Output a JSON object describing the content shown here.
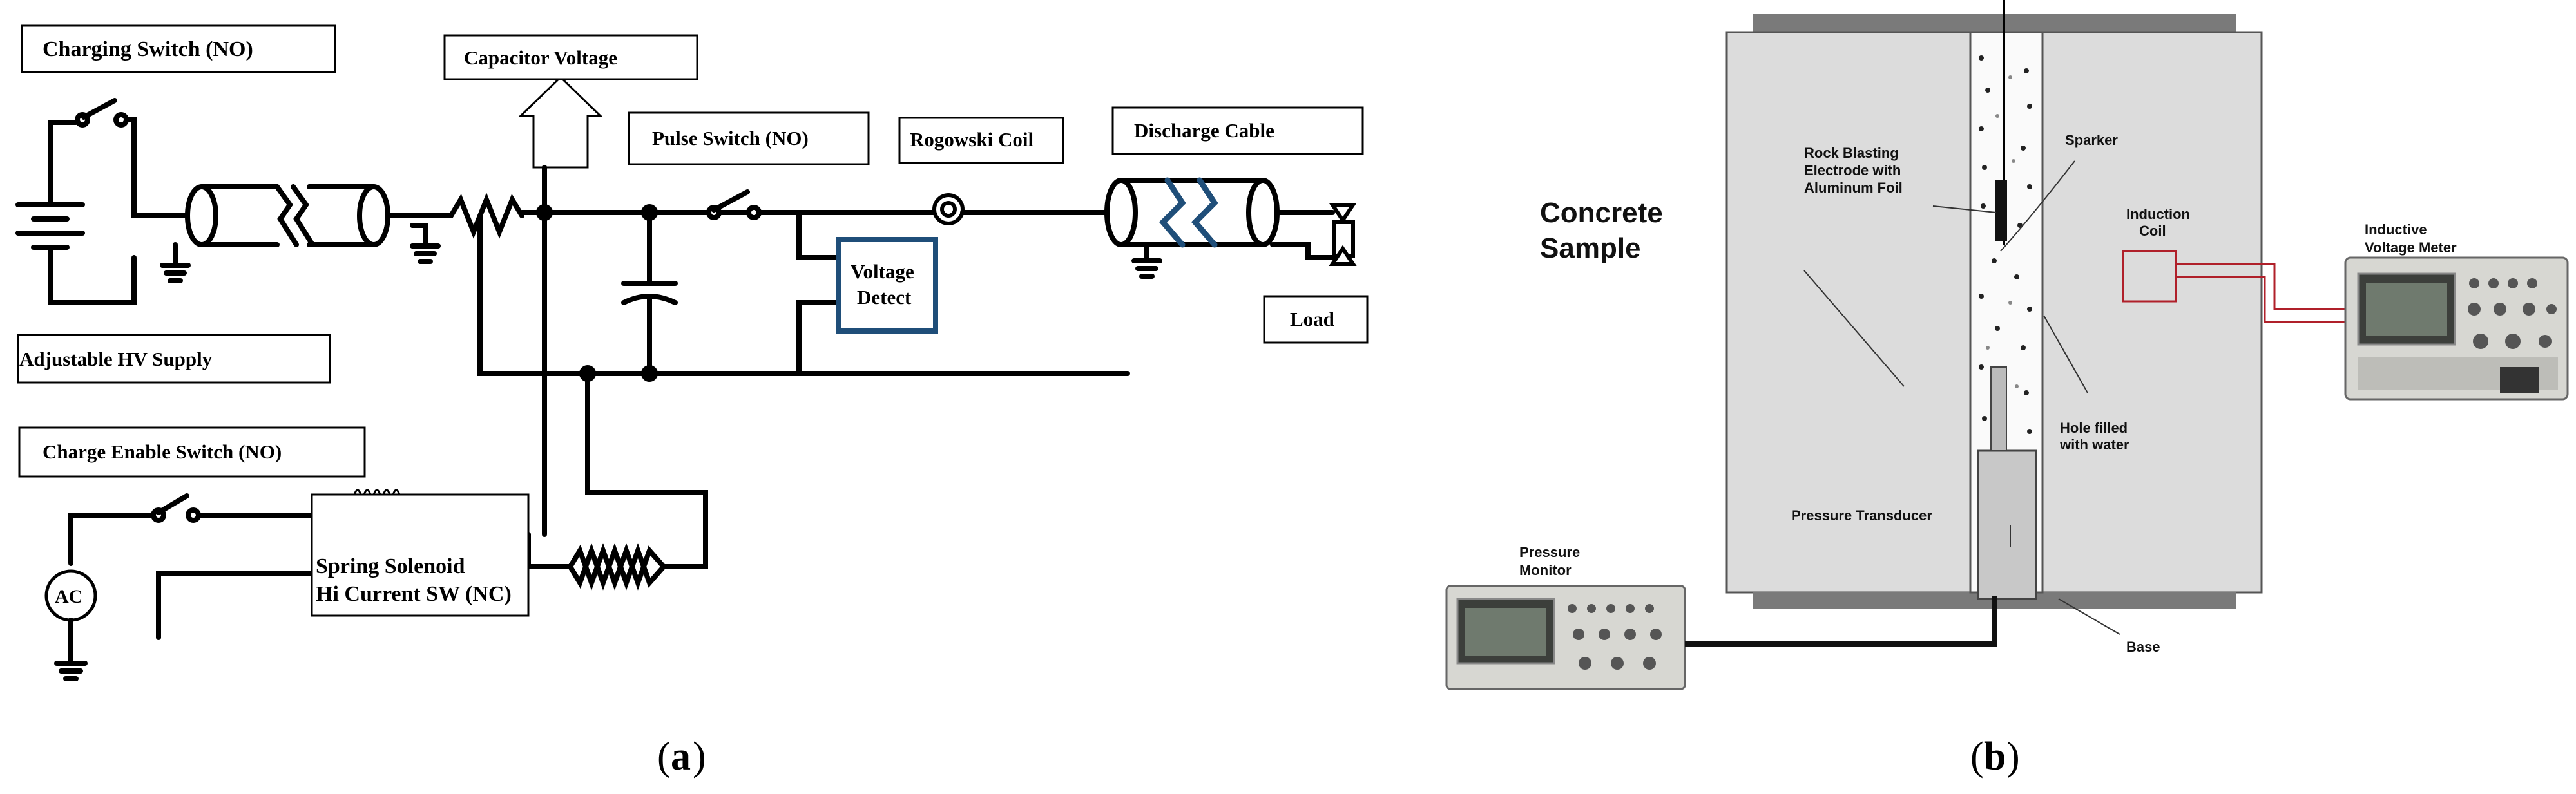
{
  "panel_a": {
    "labels": {
      "charging_switch": "Charging Switch (NO)",
      "capacitor_voltage": "Capacitor Voltage",
      "pulse_switch": "Pulse Switch (NO)",
      "rogowski_coil": "Rogowski Coil",
      "discharge_cable": "Discharge Cable",
      "voltage_detect_1": "Voltage",
      "voltage_detect_2": "Detect",
      "load": "Load",
      "adjustable_hv": "Adjustable HV Supply",
      "charge_enable": "Charge Enable Switch (NO)",
      "ac": "AC",
      "solenoid_1": "Spring Solenoid",
      "solenoid_2": "Hi Current SW (NC)"
    },
    "caption_letter": "a"
  },
  "panel_b": {
    "labels": {
      "concrete_1": "Concrete",
      "concrete_2": "Sample",
      "rock_1": "Rock Blasting",
      "rock_2": "Electrode with",
      "rock_3": "Aluminum Foil",
      "sparker": "Sparker",
      "induction_1": "Induction",
      "induction_2": "Coil",
      "inductive_1": "Inductive",
      "inductive_2": "Voltage Meter",
      "hole_1": "Hole filled",
      "hole_2": "with water",
      "pressure_transducer": "Pressure Transducer",
      "pressure_monitor_1": "Pressure",
      "pressure_monitor_2": "Monitor",
      "base": "Base"
    },
    "caption_letter": "b"
  },
  "colors": {
    "wire": "#000000",
    "accent_blue": "#1f4e79",
    "concrete_fill": "#dcdcdc",
    "base_fill": "#7a7a7a",
    "induction_red": "#b0202a"
  }
}
